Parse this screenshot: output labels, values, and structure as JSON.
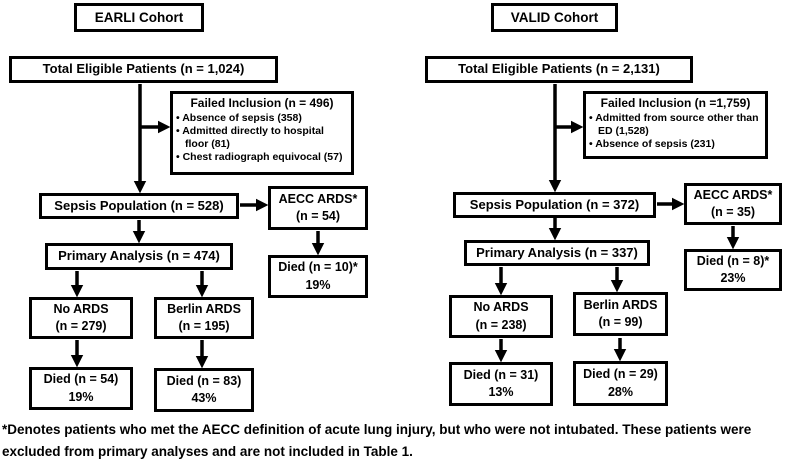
{
  "earli": {
    "title": "EARLI Cohort",
    "total": "Total Eligible Patients (n = 1,024)",
    "failed": {
      "title": "Failed Inclusion (n = 496)",
      "bullets": [
        "Absence of sepsis (358)",
        "Admitted directly to hospital floor (81)",
        "Chest radiograph equivocal (57)"
      ]
    },
    "sepsis": "Sepsis Population (n = 528)",
    "aecc": {
      "line1": "AECC ARDS*",
      "line2": "(n = 54)"
    },
    "aecc_died": {
      "line1": "Died (n = 10)*",
      "line2": "19%"
    },
    "primary": "Primary Analysis (n = 474)",
    "no_ards": {
      "line1": "No ARDS",
      "line2": "(n = 279)"
    },
    "berlin": {
      "line1": "Berlin ARDS",
      "line2": "(n = 195)"
    },
    "no_ards_died": {
      "line1": "Died (n = 54)",
      "line2": "19%"
    },
    "berlin_died": {
      "line1": "Died (n = 83)",
      "line2": "43%"
    }
  },
  "valid": {
    "title": "VALID Cohort",
    "total": "Total Eligible Patients (n = 2,131)",
    "failed": {
      "title": "Failed Inclusion (n =1,759)",
      "bullets": [
        "Admitted from source other than ED (1,528)",
        "Absence of sepsis (231)"
      ]
    },
    "sepsis": "Sepsis Population (n = 372)",
    "aecc": {
      "line1": "AECC ARDS*",
      "line2": "(n = 35)"
    },
    "aecc_died": {
      "line1": "Died (n = 8)*",
      "line2": "23%"
    },
    "primary": "Primary Analysis (n = 337)",
    "no_ards": {
      "line1": "No ARDS",
      "line2": "(n = 238)"
    },
    "berlin": {
      "line1": "Berlin ARDS",
      "line2": "(n = 99)"
    },
    "no_ards_died": {
      "line1": "Died (n = 31)",
      "line2": "13%"
    },
    "berlin_died": {
      "line1": "Died (n = 29)",
      "line2": "28%"
    }
  },
  "footnote": "*Denotes patients who met the AECC definition of acute lung injury, but who were not intubated. These patients were excluded from primary analyses and are not included in Table 1.",
  "colors": {
    "line": "#000000",
    "box_border": "#000000",
    "background": "#ffffff",
    "text": "#000000"
  }
}
